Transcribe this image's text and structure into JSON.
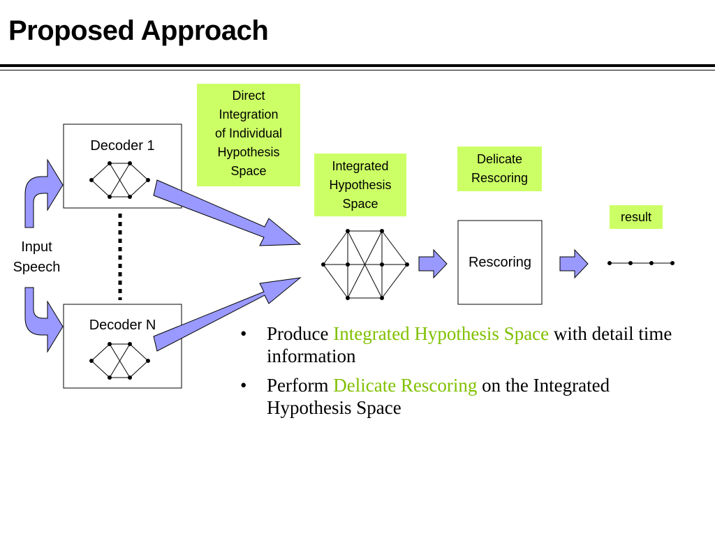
{
  "title": "Proposed Approach",
  "labels": {
    "direct_integration": [
      "Direct",
      "Integration",
      "of Individual",
      "Hypothesis",
      "Space"
    ],
    "integrated_space": [
      "Integrated",
      "Hypothesis",
      "Space"
    ],
    "delicate_rescoring": [
      "Delicate",
      "Rescoring"
    ],
    "result": "result",
    "decoder_1": "Decoder 1",
    "decoder_n": "Decoder N",
    "rescoring": "Rescoring",
    "input_speech": [
      "Input",
      "Speech"
    ]
  },
  "bullets": [
    {
      "before": "Produce ",
      "highlight": "Integrated Hypothesis Space",
      "after": " with detail time information"
    },
    {
      "before": "Perform ",
      "highlight": "Delicate Rescoring",
      "after": " on the Integrated Hypothesis Space"
    }
  ],
  "colors": {
    "highlight_box": "#ccff66",
    "highlight_text": "#80c000",
    "arrow_fill": "#9999ff"
  }
}
